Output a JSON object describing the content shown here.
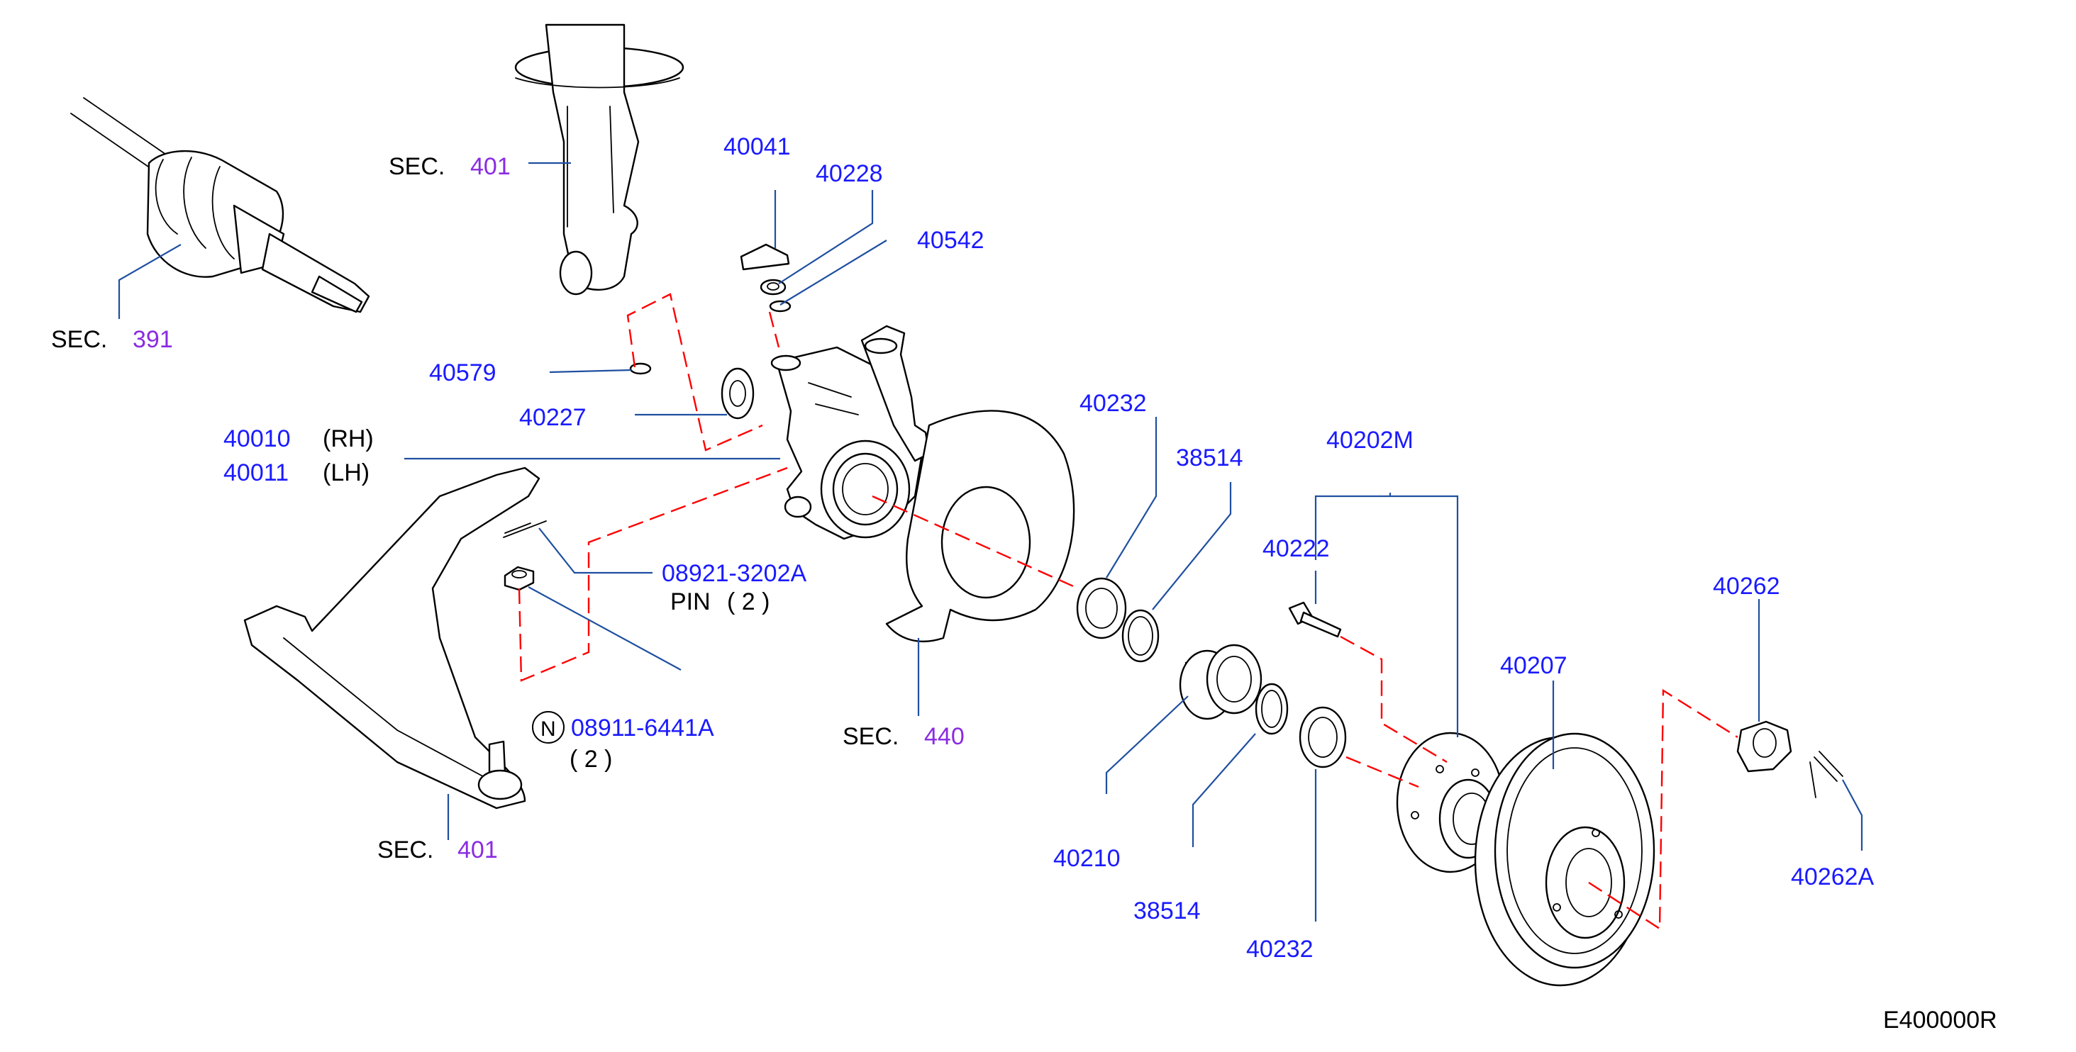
{
  "colors": {
    "part_number": "#1a1aff",
    "section_ref": "#8a2be2",
    "text": "#000000",
    "leader": "#1f4fa0",
    "assembly_line": "#ff0000"
  },
  "sec_label": "SEC.",
  "sections": {
    "driveshaft": "391",
    "strut": "401",
    "lower_link": "401",
    "baffle": "440"
  },
  "parts": {
    "p40041": "40041",
    "p40228": "40228",
    "p40542": "40542",
    "p40579": "40579",
    "p40227": "40227",
    "p40010": "40010",
    "p40010_side": "(RH)",
    "p40011": "40011",
    "p40011_side": "(LH)",
    "p08921": "08921-3202A",
    "pin_label": "PIN",
    "pin_qty": "( 2 )",
    "p08911": "08911-6441A",
    "p08911_qty": "( 2 )",
    "n_mark": "N",
    "p40232_top": "40232",
    "p38514_top": "38514",
    "p40202M": "40202M",
    "p40222": "40222",
    "p40262": "40262",
    "p40207": "40207",
    "p40210": "40210",
    "p38514_bottom": "38514",
    "p40232_bottom": "40232",
    "p40262A": "40262A"
  },
  "diagram_code": "E400000R"
}
